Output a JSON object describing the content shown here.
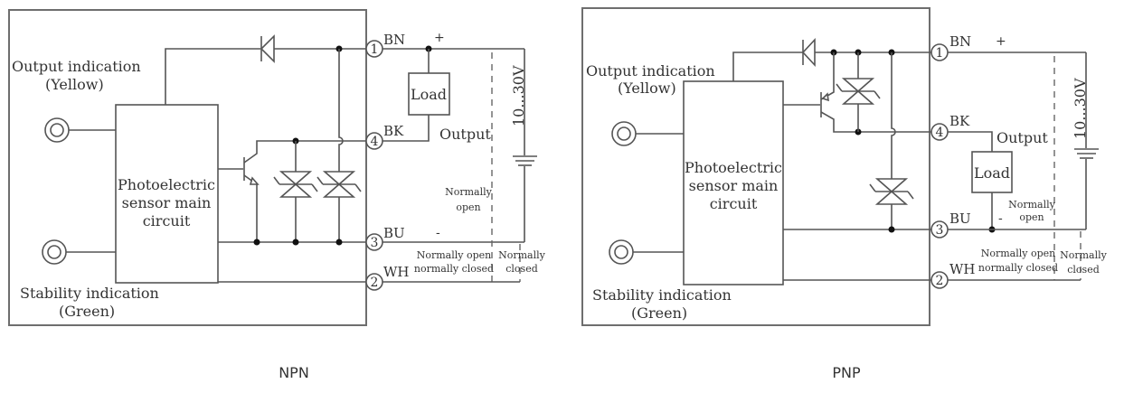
{
  "diagrams": [
    {
      "id": "npn",
      "caption": "NPN",
      "output_indication": "Output indication",
      "output_color": "(Yellow)",
      "stability_indication": "Stability indication",
      "stability_color": "(Green)",
      "main_circuit": [
        "Photoelectric",
        "sensor main",
        "circuit"
      ],
      "pins": [
        {
          "num": "1",
          "wire": "BN"
        },
        {
          "num": "4",
          "wire": "BK"
        },
        {
          "num": "3",
          "wire": "BU"
        },
        {
          "num": "2",
          "wire": "WH"
        }
      ],
      "plus": "+",
      "minus": "-",
      "load": "Load",
      "output": "Output",
      "voltage": "10...30V",
      "normally_open": [
        "Normally",
        "open"
      ],
      "no_nc": [
        "Normally open",
        "normally closed"
      ],
      "normally_closed": [
        "Normally",
        "closed"
      ]
    },
    {
      "id": "pnp",
      "caption": "PNP",
      "output_indication": "Output indication",
      "output_color": "(Yellow)",
      "stability_indication": "Stability indication",
      "stability_color": "(Green)",
      "main_circuit": [
        "Photoelectric",
        "sensor main",
        "circuit"
      ],
      "pins": [
        {
          "num": "1",
          "wire": "BN"
        },
        {
          "num": "4",
          "wire": "BK"
        },
        {
          "num": "3",
          "wire": "BU"
        },
        {
          "num": "2",
          "wire": "WH"
        }
      ],
      "plus": "+",
      "minus": "-",
      "load": "Load",
      "output": "Output",
      "voltage": "10...30V",
      "normally_open": [
        "Normally",
        "open"
      ],
      "no_nc": [
        "Normally open",
        "normally closed"
      ],
      "normally_closed": [
        "Normally",
        "closed"
      ]
    }
  ],
  "colors": {
    "line": "#555555",
    "text": "#333333",
    "background": "#ffffff"
  }
}
